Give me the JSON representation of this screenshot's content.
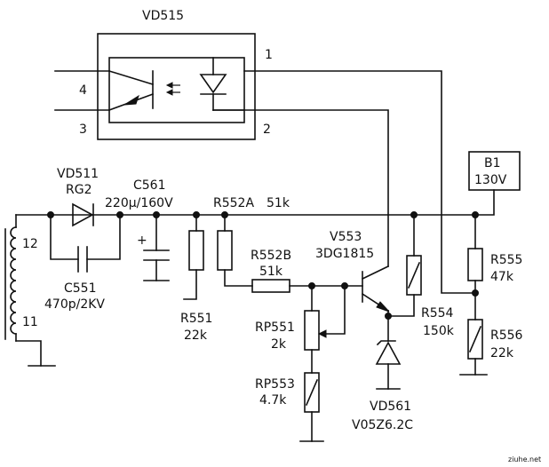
{
  "optocoupler": {
    "ref": "VD515",
    "pin1": "1",
    "pin2": "2",
    "pin3": "3",
    "pin4": "4"
  },
  "b1": {
    "name": "B1",
    "voltage": "130V"
  },
  "transformer": {
    "pin12": "12",
    "pin11": "11"
  },
  "vd511": {
    "ref": "VD511",
    "type": "RG2"
  },
  "c561": {
    "ref": "C561",
    "value": "220μ/160V"
  },
  "c551": {
    "ref": "C551",
    "value": "470p/2KV"
  },
  "r552a": {
    "ref": "R552A",
    "value": "51k"
  },
  "r551": {
    "ref": "R551",
    "value": "22k"
  },
  "r552b": {
    "ref": "R552B",
    "value": "51k"
  },
  "v553": {
    "ref": "V553",
    "type": "3DG1815"
  },
  "rp551": {
    "ref": "RP551",
    "value": "2k"
  },
  "rp553": {
    "ref": "RP553",
    "value": "4.7k"
  },
  "r554": {
    "ref": "R554",
    "value": "150k"
  },
  "r555": {
    "ref": "R555",
    "value": "47k"
  },
  "r556": {
    "ref": "R556",
    "value": "22k"
  },
  "vd561": {
    "ref": "VD561",
    "type": "V05Z6.2C"
  },
  "watermark": "ziuhe.net"
}
